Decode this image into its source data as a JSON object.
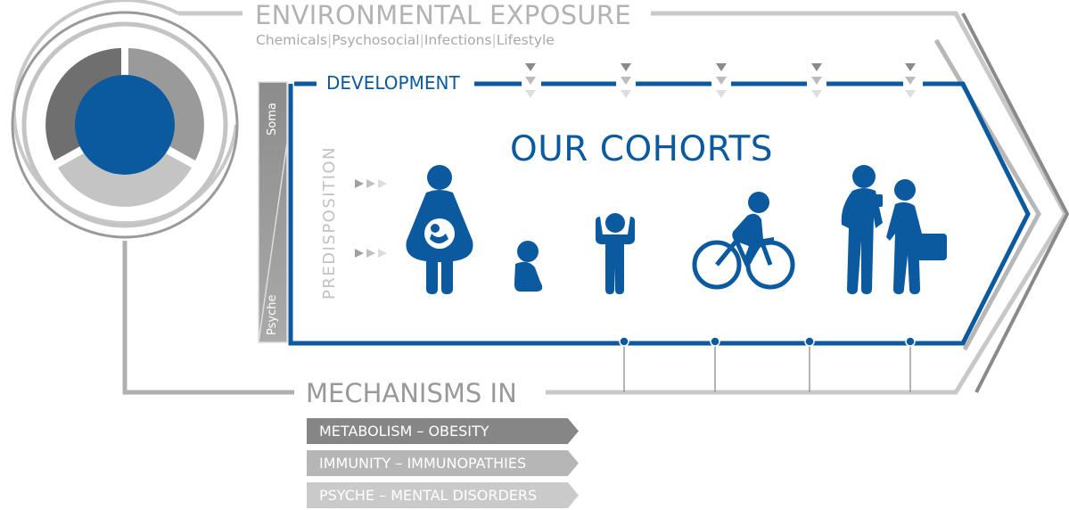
{
  "environmental_exposure": {
    "title": "ENVIRONMENTAL EXPOSURE",
    "categories": [
      "Chemicals",
      "Psychosocial",
      "Infections",
      "Lifestyle"
    ],
    "separator": "|"
  },
  "development": {
    "label": "DEVELOPMENT"
  },
  "cohorts": {
    "title": "OUR COHORTS",
    "icons": [
      "pregnant-woman-icon",
      "baby-icon",
      "child-icon",
      "cyclist-icon",
      "adolescent-couple-icon"
    ]
  },
  "predisposition": {
    "label": "PREDISPOSITION",
    "soma_label": "Soma",
    "psyche_label": "Psyche"
  },
  "mechanisms": {
    "title": "MECHANISMS IN",
    "items": [
      {
        "label": "METABOLISM – OBESITY"
      },
      {
        "label": "IMMUNITY – IMMUNOPATHIES"
      },
      {
        "label": "PSYCHE – MENTAL DISORDERS"
      }
    ]
  },
  "colors": {
    "brand_blue": "#0b5aa0",
    "dark_gray": "#6f6f6f",
    "mid_gray": "#9a9a9a",
    "light_gray": "#c4c4c4"
  }
}
